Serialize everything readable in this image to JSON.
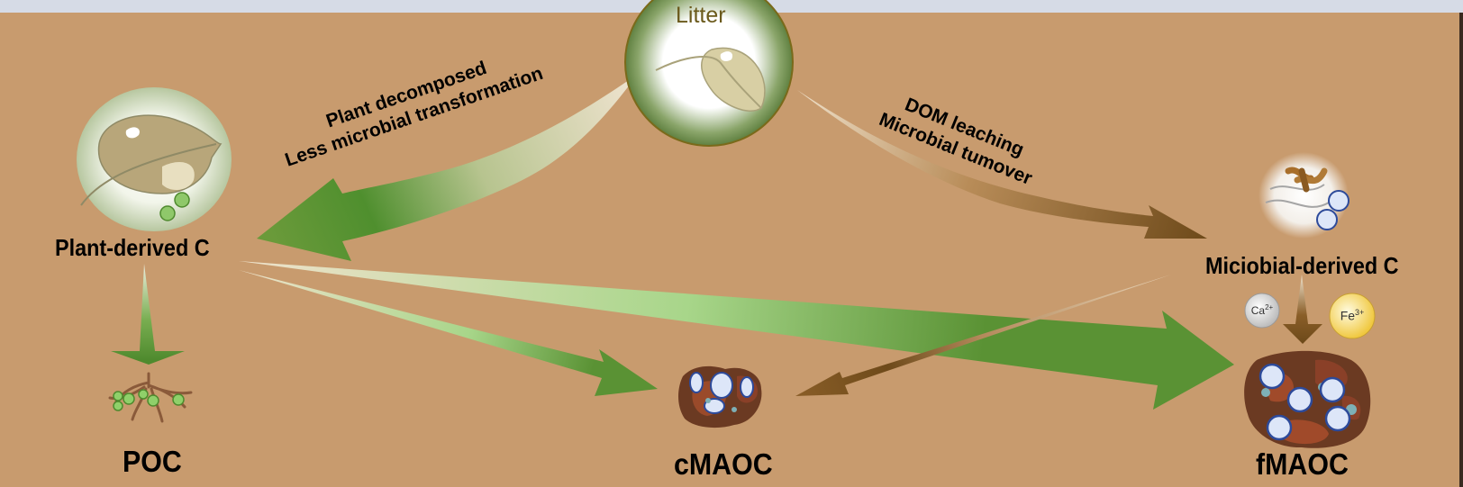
{
  "title": "Litter-derived carbon pathways into soil organic carbon fractions",
  "colors": {
    "soil_background": "#c89b6e",
    "plant_arrow_green": "#5a9234",
    "microbial_arrow_brown": "#7a5220",
    "litter_ring": "#6b8a4a",
    "ca_ion": "#d8d8d8",
    "fe_ion": "#f3d45a",
    "mineral_particle": "#dde6f8"
  },
  "nodes": {
    "litter": {
      "label": "Litter",
      "icon": "leaf-icon"
    },
    "plant_derived": {
      "label": "Plant-derived C",
      "icon": "decomposing-leaf-icon"
    },
    "microbial_derived": {
      "label": "Miciobial-derived C",
      "icon": "microbe-icon"
    },
    "poc": {
      "label": "POC",
      "icon": "roots-icon"
    },
    "cmaoc": {
      "label": "cMAOC",
      "icon": "coarse-aggregate-icon"
    },
    "fmaoc": {
      "label": "fMAOC",
      "icon": "fine-aggregate-icon"
    }
  },
  "flows": {
    "litter_to_plant": {
      "line1": "Plant decomposed",
      "line2": "Less microbial transformation"
    },
    "litter_to_microbial": {
      "line1": "DOM leaching",
      "line2": "Microbial tumover"
    }
  },
  "ions": {
    "ca": {
      "symbol": "Ca",
      "charge": "2+"
    },
    "fe": {
      "symbol": "Fe",
      "charge": "3+"
    }
  }
}
